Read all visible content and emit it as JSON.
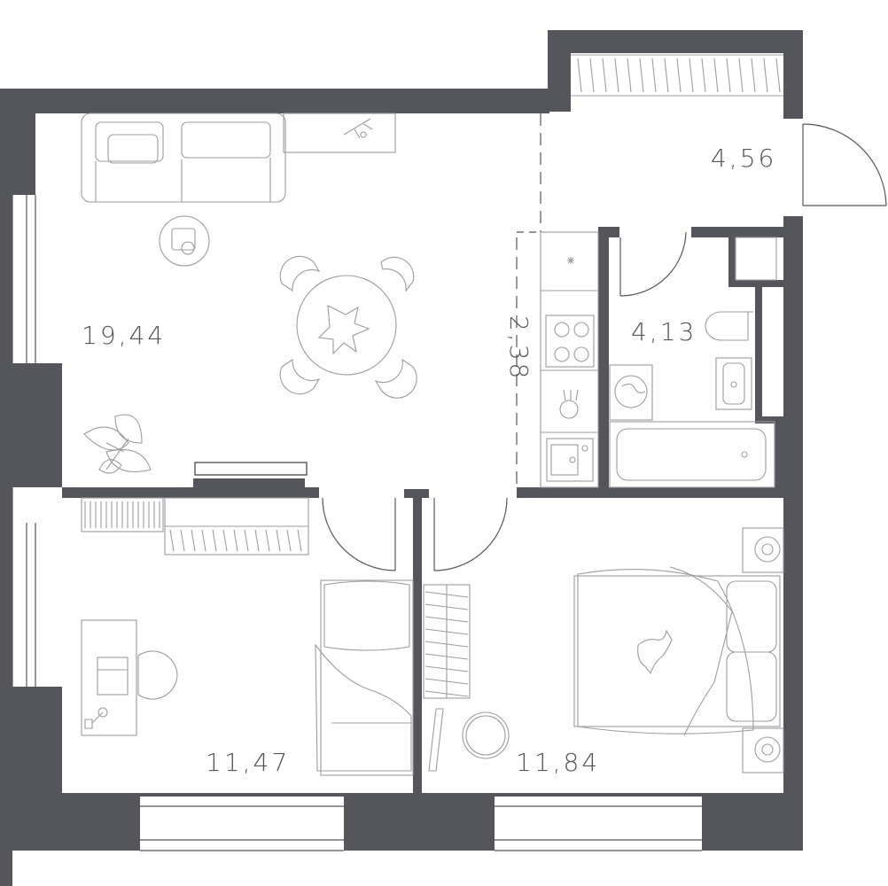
{
  "colors": {
    "wall": "#54565b",
    "furniture_line": "#9a9ca0",
    "label": "#54565b",
    "background": "#ffffff"
  },
  "rooms": {
    "living_room": {
      "area": "19,44"
    },
    "balcony": {
      "area": "4,56"
    },
    "kitchen_niche": {
      "area": "2,38"
    },
    "bathroom": {
      "area": "4,13"
    },
    "study": {
      "area": "11,47"
    },
    "bedroom": {
      "area": "11,84"
    }
  }
}
